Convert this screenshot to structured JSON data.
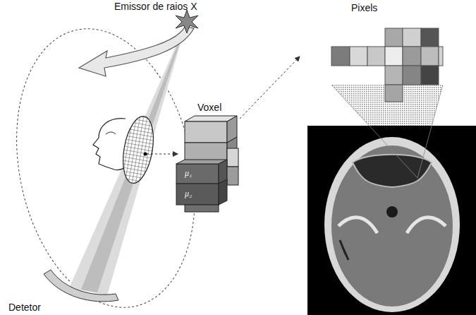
{
  "diagram": {
    "labels": [
      "Emissor de raios X",
      "Voxel",
      "Pixels",
      "Detetor",
      "μ₁",
      "μ₂"
    ]
  }
}
